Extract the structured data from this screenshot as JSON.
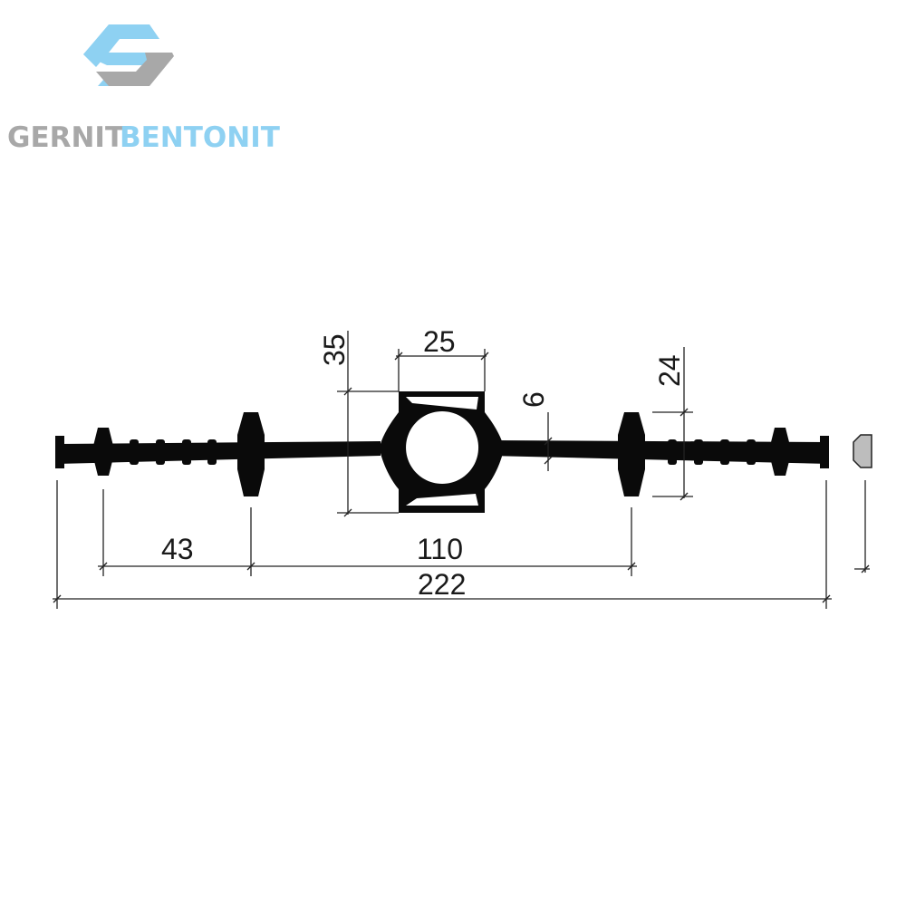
{
  "brand": {
    "name_part1": "GERNIT",
    "name_part2": "BENTONIT",
    "color_gray": "#a8a8a8",
    "color_blue": "#8ed1f2",
    "logo_icon": "hexagon-s-logo-icon"
  },
  "drawing": {
    "profile_color": "#0a0a0a",
    "dimensions": {
      "overall_width": "222",
      "bulb_to_bulb": "110",
      "end_to_bulb": "43",
      "center_width": "25",
      "center_height": "35",
      "web_thickness": "6",
      "rib_height": "24"
    }
  }
}
